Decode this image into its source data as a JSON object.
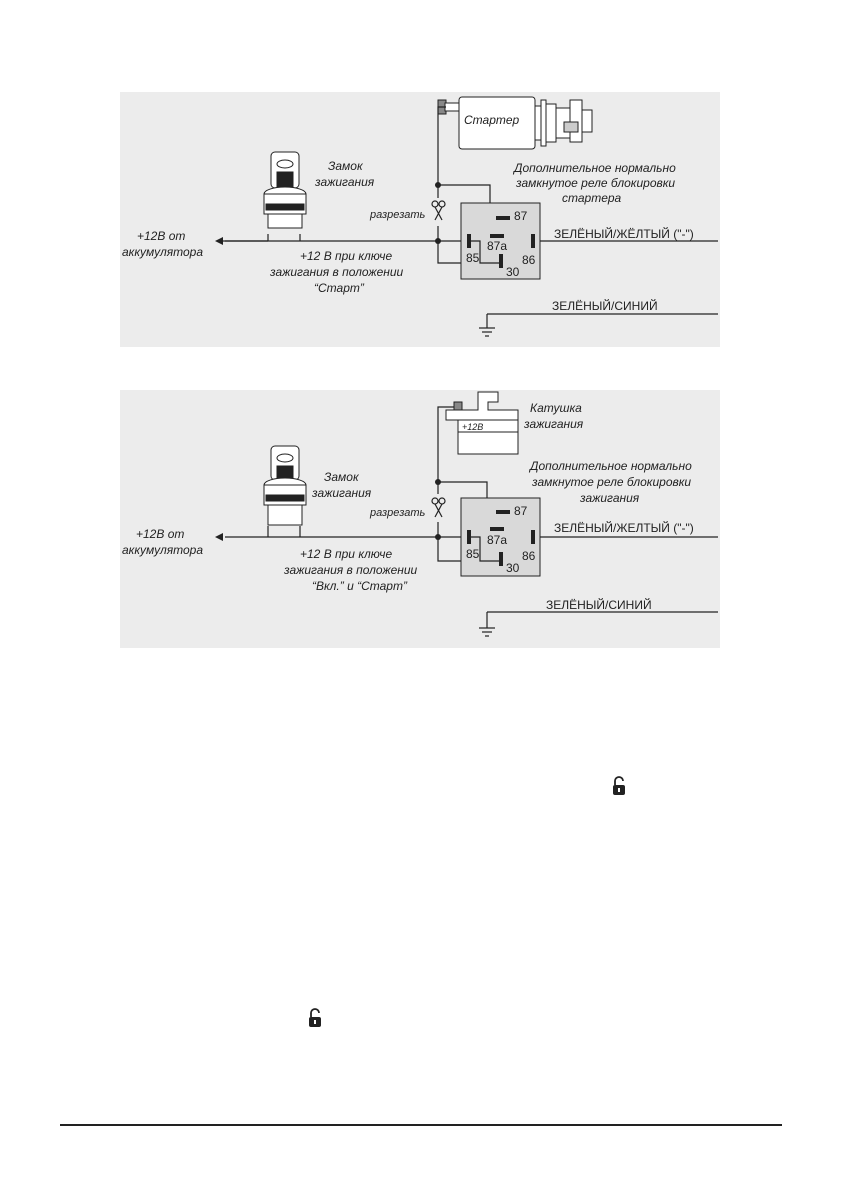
{
  "diagrams": [
    {
      "device_label": "Стартер",
      "ignition_lock_label": [
        "Замок",
        "зажигания"
      ],
      "relay_caption": [
        "Дополнительное нормально",
        "замкнутое реле блокировки",
        "стартера"
      ],
      "cut_label": "разрезать",
      "battery_label": [
        "+12В от",
        "аккумулятора"
      ],
      "key_label": [
        "+12 В при ключе",
        "зажигания в положении",
        "“Старт”"
      ],
      "pins": {
        "p87": "87",
        "p87a": "87a",
        "p85": "85",
        "p86": "86",
        "p30": "30"
      },
      "wire_signal": "ЗЕЛЁНЫЙ/ЖЁЛТЫЙ (\"-\")",
      "wire_ground": "ЗЕЛЁНЫЙ/СИНИЙ"
    },
    {
      "device_label": [
        "Катушка",
        "зажигания"
      ],
      "coil_plus": "+12В",
      "ignition_lock_label": [
        "Замок",
        "зажигания"
      ],
      "relay_caption": [
        "Дополнительное нормально",
        "замкнутое реле блокировки",
        "зажигания"
      ],
      "cut_label": "разрезать",
      "battery_label": [
        "+12В от",
        "аккумулятора"
      ],
      "key_label": [
        "+12 В при ключе",
        "зажигания в положении",
        "“Вкл.” и “Старт”"
      ],
      "pins": {
        "p87": "87",
        "p87a": "87a",
        "p85": "85",
        "p86": "86",
        "p30": "30"
      },
      "wire_signal": "ЗЕЛЁНЫЙ/ЖЕЛТЫЙ (\"-\")",
      "wire_ground": "ЗЕЛЁНЫЙ/СИНИЙ"
    }
  ],
  "icons": [
    "padlock-open-icon",
    "padlock-open-icon"
  ]
}
